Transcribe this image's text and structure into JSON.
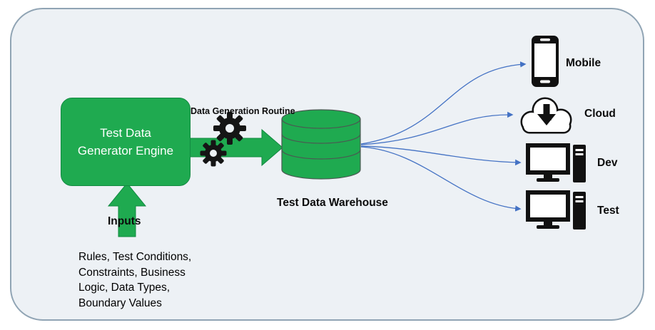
{
  "diagram": {
    "engine_label": "Test Data\nGenerator Engine",
    "routine_label": "Data Generation Routine",
    "warehouse_label": "Test Data Warehouse",
    "inputs_label": "Inputs",
    "inputs_detail": "Rules, Test Conditions,\nConstraints, Business\nLogic, Data Types,\nBoundary Values",
    "targets": [
      {
        "label": "Mobile",
        "icon": "mobile-phone-icon"
      },
      {
        "label": "Cloud",
        "icon": "cloud-download-icon"
      },
      {
        "label": "Dev",
        "icon": "desktop-computer-icon"
      },
      {
        "label": "Test",
        "icon": "desktop-computer-icon"
      }
    ],
    "colors": {
      "green": "#1FAA50",
      "green_dark": "#128A41",
      "connector_blue": "#4472C4",
      "icon_black": "#111111",
      "background": "#EDF1F5",
      "border_gray": "#90A4B4"
    }
  }
}
